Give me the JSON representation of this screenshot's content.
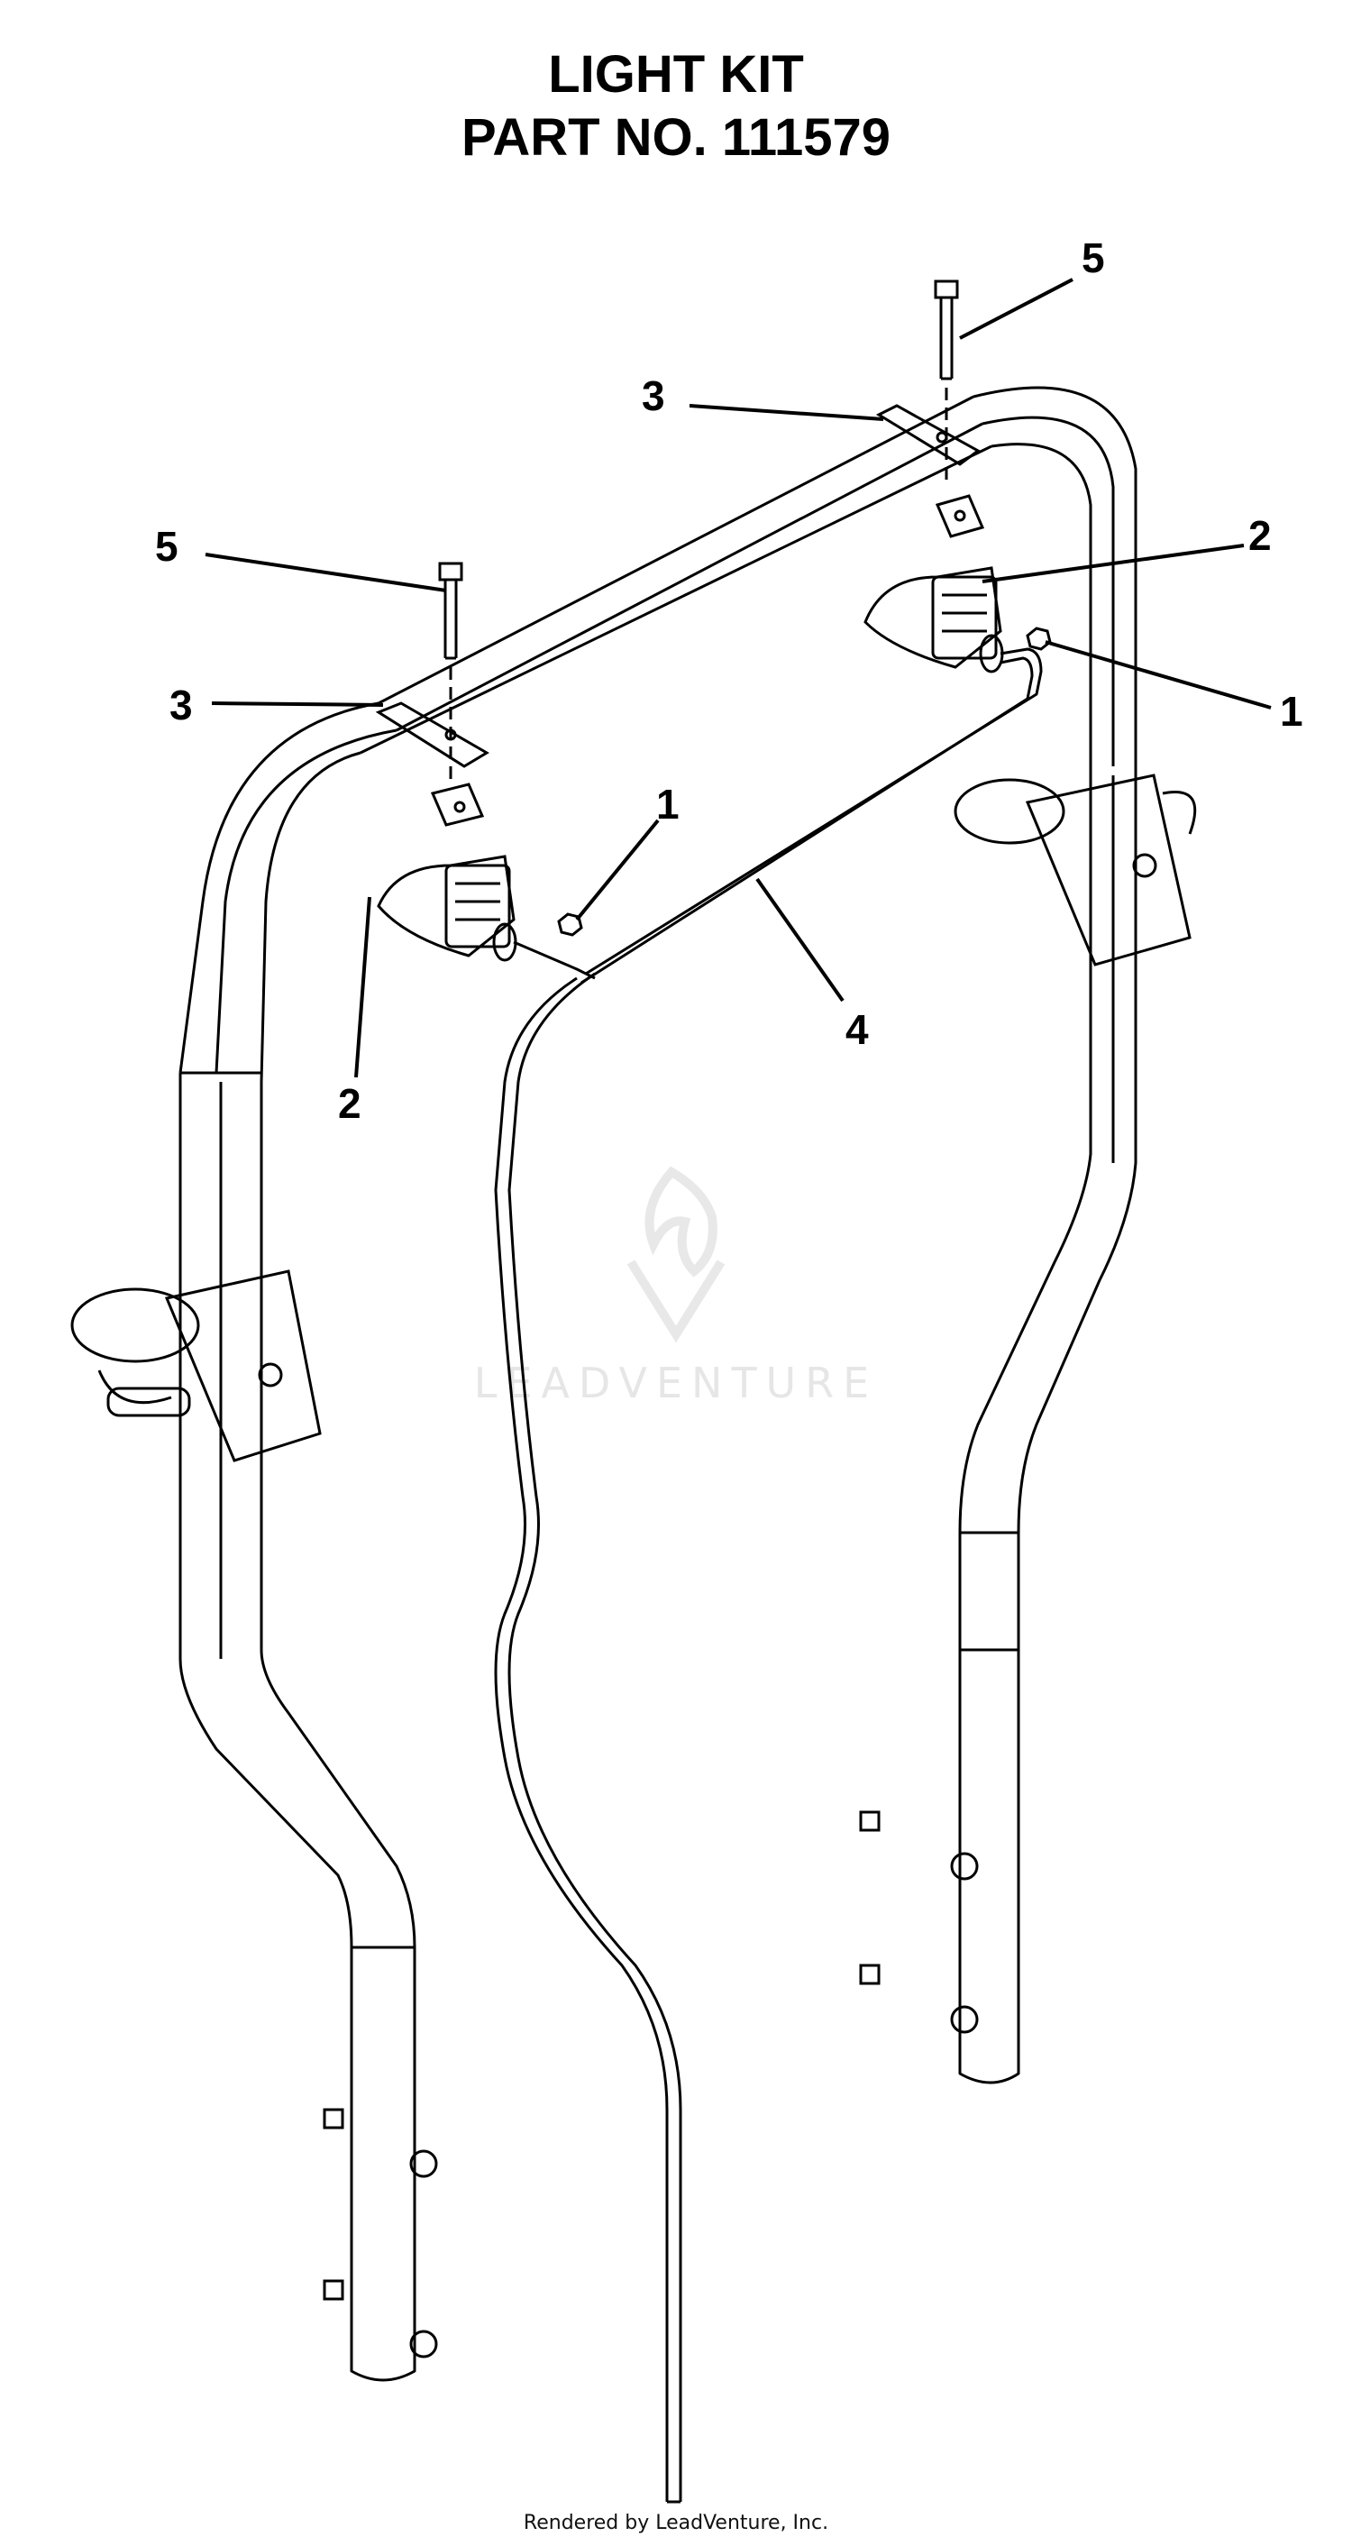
{
  "title": {
    "line1": "LIGHT KIT",
    "line2": "PART NO. 111579"
  },
  "callouts": {
    "c1_right": "1",
    "c1_left": "1",
    "c2_right": "2",
    "c2_left": "2",
    "c3_top": "3",
    "c3_left": "3",
    "c4": "4",
    "c5_right": "5",
    "c5_left": "5"
  },
  "watermark": {
    "text": "LEADVENTURE"
  },
  "footer": {
    "text": "Rendered by LeadVenture, Inc."
  }
}
